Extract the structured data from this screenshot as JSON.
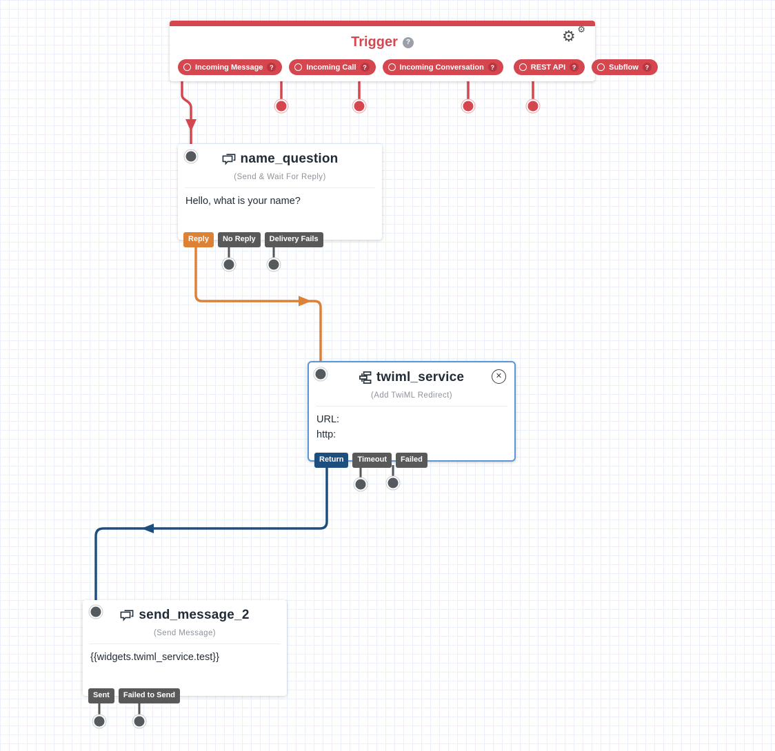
{
  "colors": {
    "red": "#d5464f",
    "orange": "#dd8137",
    "navy": "#1d4e7d",
    "gray_button": "#595959",
    "selected_border": "#5a96d5",
    "title_text": "#222c38"
  },
  "trigger": {
    "title": "Trigger",
    "help_glyph": "?",
    "pills": [
      {
        "label": "Incoming Message",
        "help_glyph": "?"
      },
      {
        "label": "Incoming Call",
        "help_glyph": "?"
      },
      {
        "label": "Incoming Conversation",
        "help_glyph": "?"
      },
      {
        "label": "REST API",
        "help_glyph": "?"
      },
      {
        "label": "Subflow",
        "help_glyph": "?"
      }
    ]
  },
  "widgets": {
    "name_question": {
      "title": "name_question",
      "type_label": "(Send & Wait For Reply)",
      "body": "Hello, what is your name?",
      "transitions": [
        {
          "label": "Reply"
        },
        {
          "label": "No Reply"
        },
        {
          "label": "Delivery Fails"
        }
      ]
    },
    "twiml_service": {
      "title": "twiml_service",
      "type_label": "(Add TwiML Redirect)",
      "body_lines": [
        "URL:",
        "http:"
      ],
      "close_glyph": "✕",
      "transitions": [
        {
          "label": "Return"
        },
        {
          "label": "Timeout"
        },
        {
          "label": "Failed"
        }
      ]
    },
    "send_message_2": {
      "title": "send_message_2",
      "type_label": "(Send Message)",
      "body": "{{widgets.twiml_service.test}}",
      "transitions": [
        {
          "label": "Sent"
        },
        {
          "label": "Failed to Send"
        }
      ]
    }
  }
}
